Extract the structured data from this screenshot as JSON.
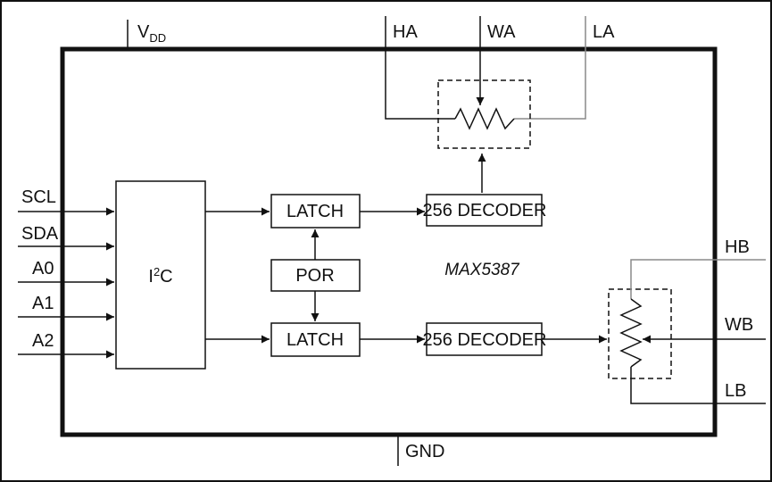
{
  "pins": {
    "vdd": "V",
    "vdd_sub": "DD",
    "gnd": "GND",
    "ha": "HA",
    "wa": "WA",
    "la": "LA",
    "hb": "HB",
    "wb": "WB",
    "lb": "LB",
    "scl": "SCL",
    "sda": "SDA",
    "a0": "A0",
    "a1": "A1",
    "a2": "A2"
  },
  "blocks": {
    "i2c": "I",
    "i2c_sup": "2",
    "i2c_tail": "C",
    "latch_top": "LATCH",
    "latch_bottom": "LATCH",
    "por": "POR",
    "decoder_top": "256 DECODER",
    "decoder_bottom": "256 DECODER"
  },
  "part_number": "MAX5387",
  "colors": {
    "line": "#111111",
    "pin_lead": "#8a8a8a",
    "background": "#ffffff"
  }
}
